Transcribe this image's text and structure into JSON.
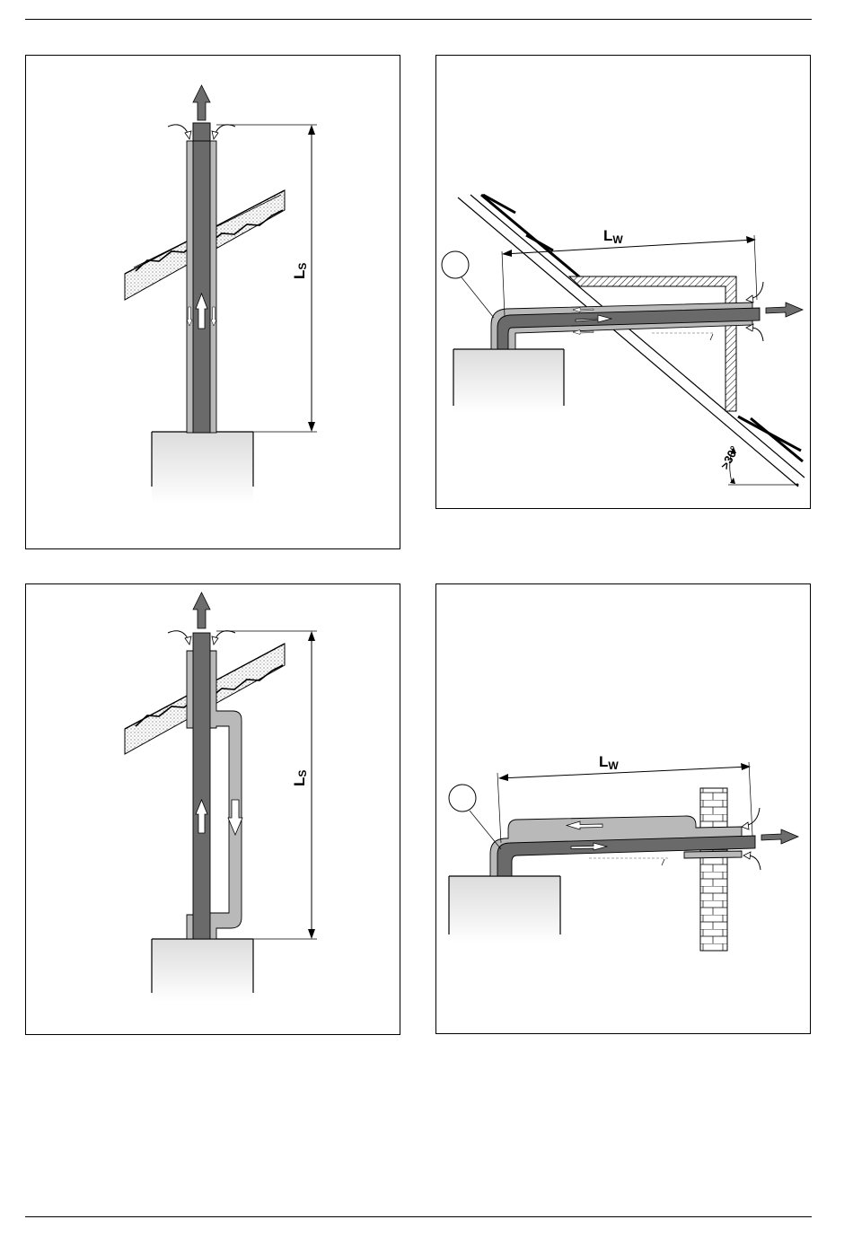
{
  "colors": {
    "flue": "#6a6a6a",
    "air": "#b9b9b9",
    "arrow": "#6d6d6d",
    "line": "#000000"
  },
  "panels": {
    "vertical_concentric": {
      "dimension_label": "L",
      "dimension_sub": "S"
    },
    "roof_horizontal": {
      "dimension_label": "L",
      "dimension_sub": "W",
      "angle_label": ">30°"
    },
    "vertical_separate": {
      "dimension_label": "L",
      "dimension_sub": "S"
    },
    "wall_horizontal": {
      "dimension_label": "L",
      "dimension_sub": "W"
    }
  }
}
